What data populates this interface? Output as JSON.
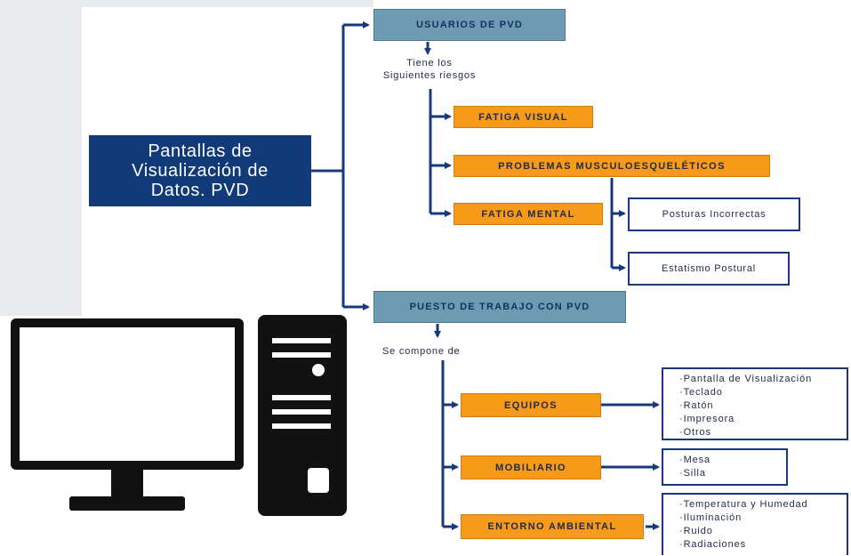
{
  "root": {
    "line1": "Pantallas de",
    "line2": "Visualización de",
    "line3": "Datos. PVD"
  },
  "users": {
    "title": "USUARIOS DE PVD",
    "note_line1": "Tiene los",
    "note_line2": "Siguientes riesgos",
    "risks": [
      "FATIGA VISUAL",
      "PROBLEMAS MUSCULOESQUELÉTICOS",
      "FATIGA MENTAL"
    ],
    "musculo_children": [
      "Posturas Incorrectas",
      "Estatismo Postural"
    ]
  },
  "workstation": {
    "title": "PUESTO DE TRABAJO CON PVD",
    "note": "Se compone de",
    "components": [
      {
        "label": "EQUIPOS",
        "items": [
          "·Pantalla de Visualización",
          "·Teclado",
          "·Ratón",
          "·Impresora",
          "·Otros"
        ]
      },
      {
        "label": "MOBILIARIO",
        "items": [
          "·Mesa",
          "·Silla"
        ]
      },
      {
        "label": "ENTORNO AMBIENTAL",
        "items": [
          "·Temperatura y Humedad",
          "·Iluminación",
          "·Ruido",
          "·Radiaciones"
        ]
      }
    ]
  },
  "colors": {
    "navy": "#103a78",
    "steel_blue": "#6d9bb2",
    "orange": "#f79a1a",
    "line": "#17397a",
    "device": "#111111"
  },
  "icons": [
    "monitor-icon",
    "pc-tower-icon"
  ]
}
